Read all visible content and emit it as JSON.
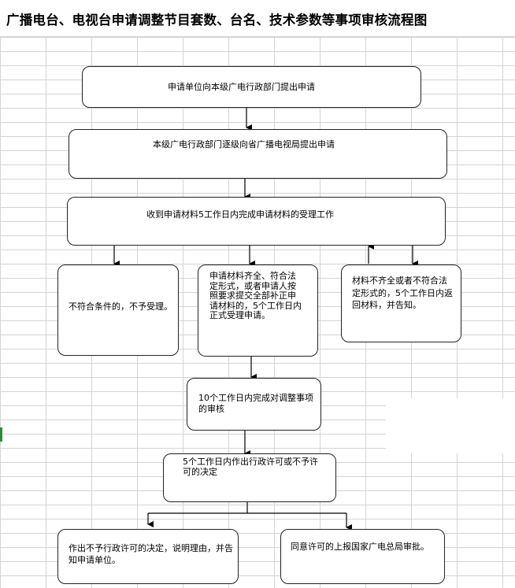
{
  "title": "广播电台、电视台申请调整节目套数、台名、技术参数等事项审核流程图",
  "steps": {
    "s1": "申请单位向本级广电行政部门提出申请",
    "s2": "本级广电行政部门逐级向省广播电视局提出申请",
    "s3": "收到申请材料5工作日内完成申请材料的受理工作",
    "s4a": "不符合条件的，不予受理。",
    "s4b": "申请材料齐全、符合法定形式，或者申请人按照要求提交全部补正申请材料的，5个工作日内正式受理申请。",
    "s4c": "材料不齐全或者不符合法定形式的，5个工作日内返回材料，并告知。",
    "s5": "10个工作日内完成对调整事项的审核",
    "s6": "5个工作日内作出行政许可或不予许可的决定",
    "s7a": "作出不予行政许可的决定，说明理由，并告知申请单位。",
    "s7b": "同意许可的上报国家广电总局审批。"
  }
}
